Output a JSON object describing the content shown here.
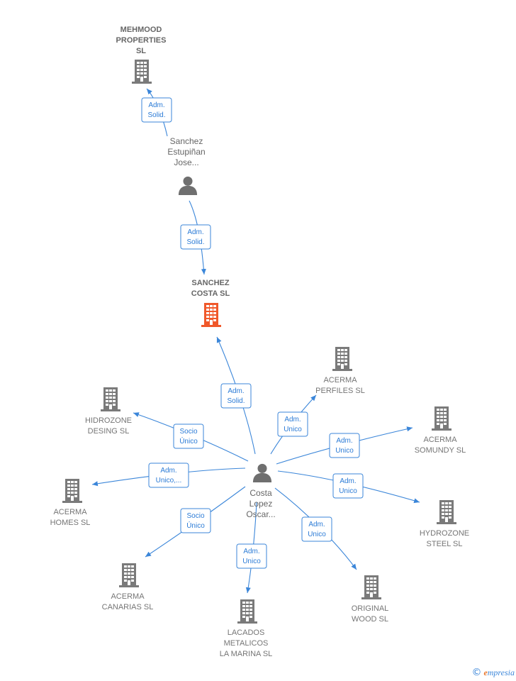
{
  "center_person": {
    "lines": [
      "Costa",
      "Lopez",
      "Oscar..."
    ]
  },
  "top_person": {
    "lines": [
      "Sanchez",
      "Estupiñan",
      "Jose..."
    ]
  },
  "companies": {
    "mehmood": {
      "lines": [
        "MEHMOOD",
        "PROPERTIES",
        "SL"
      ]
    },
    "sanchez_costa": {
      "lines": [
        "SANCHEZ",
        "COSTA  SL"
      ],
      "highlight": true
    },
    "acerma_perfiles": {
      "lines": [
        "ACERMA",
        "PERFILES SL"
      ]
    },
    "acerma_somundy": {
      "lines": [
        "ACERMA",
        "SOMUNDY  SL"
      ]
    },
    "hydrozone_steel": {
      "lines": [
        "HYDROZONE",
        "STEEL SL"
      ]
    },
    "original_wood": {
      "lines": [
        "ORIGINAL",
        "WOOD SL"
      ]
    },
    "lacados": {
      "lines": [
        "LACADOS",
        "METALICOS",
        "LA MARINA SL"
      ]
    },
    "acerma_canarias": {
      "lines": [
        "ACERMA",
        "CANARIAS  SL"
      ]
    },
    "acerma_homes": {
      "lines": [
        "ACERMA",
        "HOMES  SL"
      ]
    },
    "hidrozone_desing": {
      "lines": [
        "HIDROZONE",
        "DESING  SL"
      ]
    }
  },
  "edge_labels": {
    "to_mehmood": [
      "Adm.",
      "Solid."
    ],
    "to_sanchez_costa_top": [
      "Adm.",
      "Solid."
    ],
    "to_sanchez_costa_center": [
      "Adm.",
      "Solid."
    ],
    "to_hidrozone_desing": [
      "Socio",
      "Único"
    ],
    "to_acerma_perfiles": [
      "Adm.",
      "Unico"
    ],
    "to_acerma_somundy": [
      "Adm.",
      "Unico"
    ],
    "to_acerma_homes": [
      "Adm.",
      "Unico,..."
    ],
    "to_hydrozone_steel": [
      "Adm.",
      "Unico"
    ],
    "to_acerma_canarias": [
      "Socio",
      "Único"
    ],
    "to_original_wood": [
      "Adm.",
      "Unico"
    ],
    "to_lacados": [
      "Adm.",
      "Unico"
    ]
  },
  "colors": {
    "edge": "#3b86d9",
    "building": "#7a7a7a",
    "building_highlight": "#f0582a",
    "person": "#6f6f6f"
  },
  "footer": {
    "copyright_symbol": "©",
    "brand_initial": "e",
    "brand_rest": "mpresia"
  }
}
